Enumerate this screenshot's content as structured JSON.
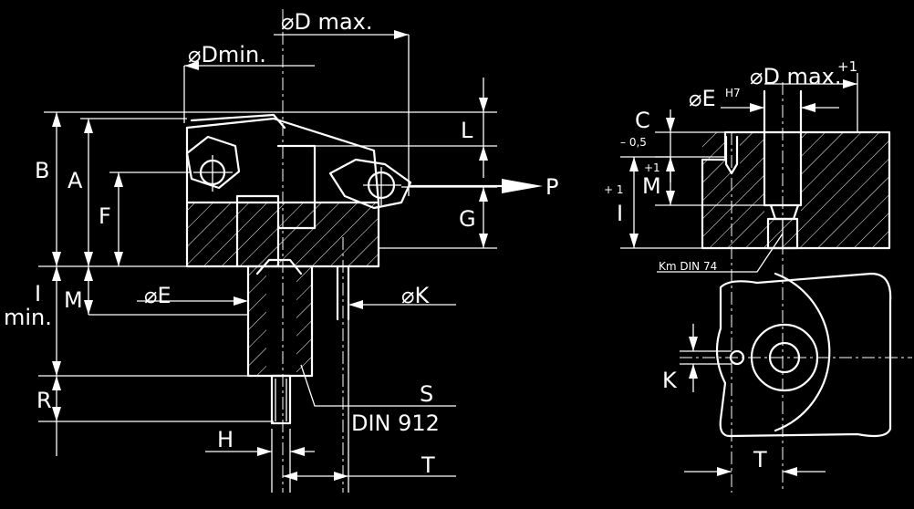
{
  "left_view": {
    "d_max": "⌀D max.",
    "d_min": "⌀Dmin.",
    "b": "B",
    "a": "A",
    "f": "F",
    "l": "L",
    "g": "G",
    "p": "P",
    "i_min_1": "I",
    "i_min_2": "min.",
    "m": "M",
    "e": "⌀E",
    "k": "⌀K",
    "r": "R",
    "s": "S",
    "din": "DIN 912",
    "h": "H",
    "t": "T"
  },
  "right_view": {
    "d_max": "⌀D max.",
    "d_max_tol": "+1",
    "e": "⌀E",
    "e_tol": "H7",
    "c": "C",
    "c_tol": "– 0,5",
    "m_tol": "+1",
    "m": "M",
    "i_tol": "+ 1",
    "i": "I",
    "km": "Km  DIN 74",
    "k": "K",
    "t": "T"
  },
  "colors": {
    "background": "#000000",
    "line": "#ffffff"
  }
}
